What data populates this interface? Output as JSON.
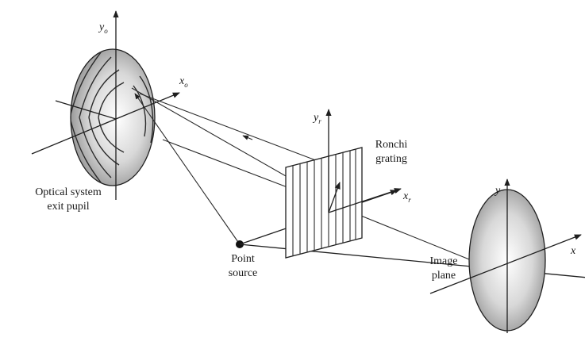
{
  "labels": {
    "pupil_line1": "Optical system",
    "pupil_line2": "exit pupil",
    "source_line1": "Point",
    "source_line2": "source",
    "grating_line1": "Ronchi",
    "grating_line2": "grating",
    "image_line1": "Image",
    "image_line2": "plane"
  },
  "axes": {
    "pupil_y": "y",
    "pupil_y_sub": "o",
    "pupil_x": "x",
    "pupil_x_sub": "o",
    "grating_y": "y",
    "grating_y_sub": "r",
    "grating_x": "x",
    "grating_x_sub": "r",
    "image_y": "y",
    "image_x": "x"
  },
  "colors": {
    "line": "#1f1f1f",
    "ellipse_light": "#ffffff",
    "ellipse_dark": "#8c8c8c"
  }
}
